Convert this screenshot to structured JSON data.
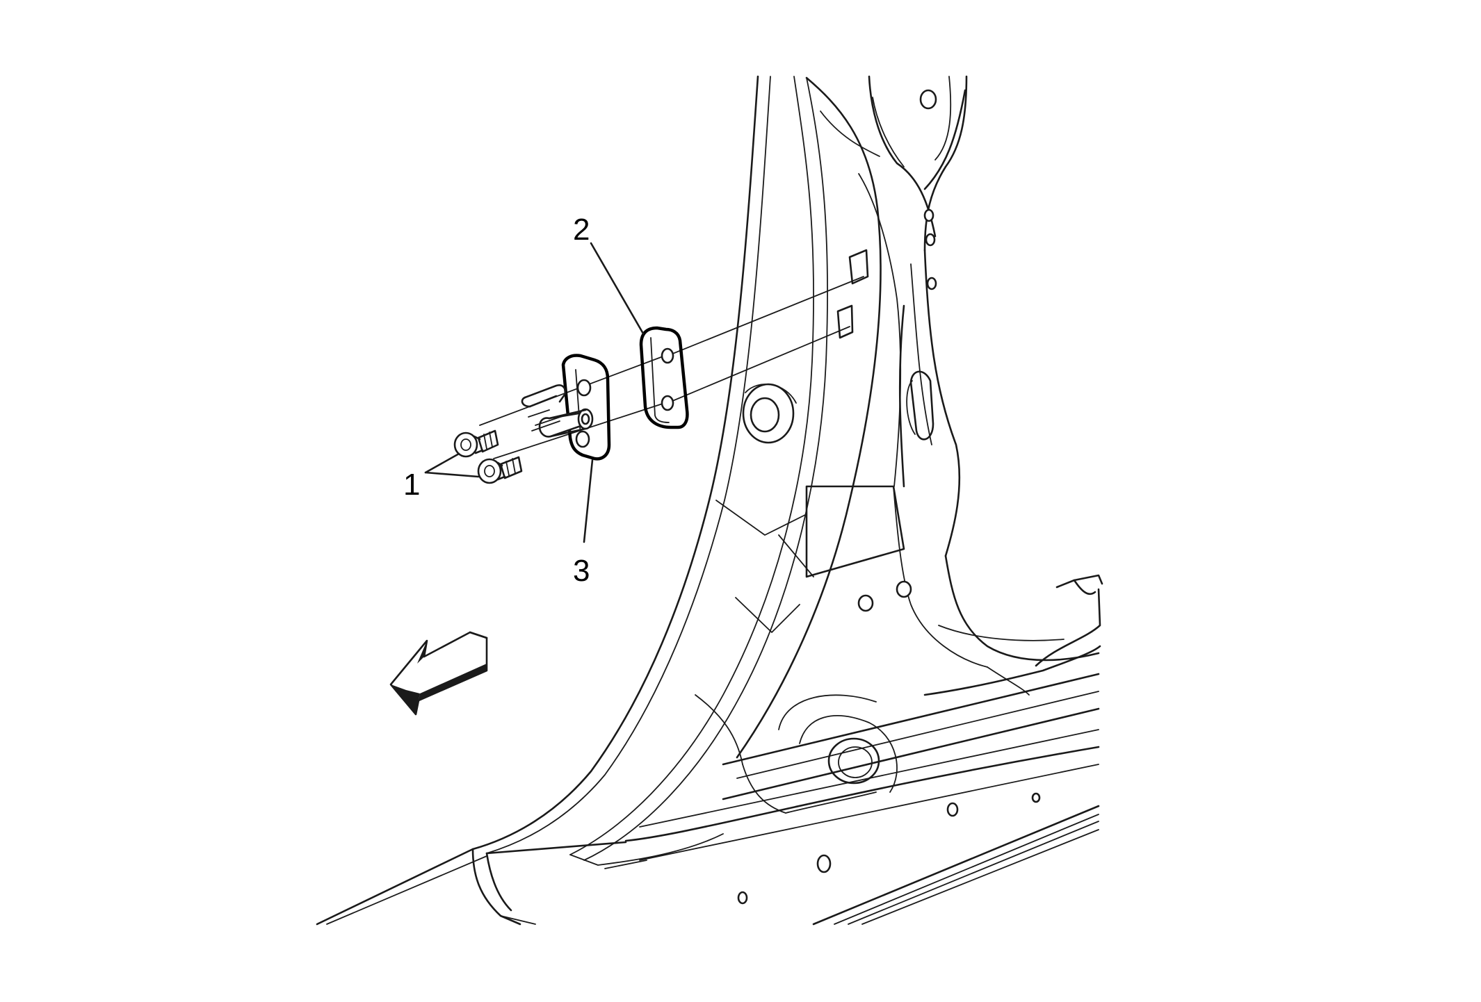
{
  "callouts": [
    {
      "id": "1",
      "label": "1"
    },
    {
      "id": "2",
      "label": "2"
    },
    {
      "id": "3",
      "label": "3"
    }
  ],
  "colors": {
    "line": "#1a1a1a",
    "background": "#ffffff"
  },
  "icons": [
    "forward-direction-arrow-icon"
  ]
}
